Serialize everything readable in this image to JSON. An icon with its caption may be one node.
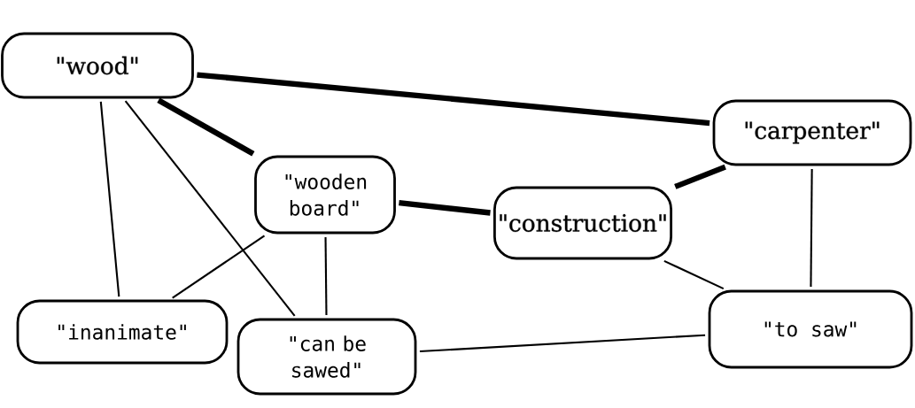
{
  "diagram": {
    "nodes": [
      {
        "text": [
          "\"wood\""
        ]
      },
      {
        "text": [
          "\"carpenter\""
        ]
      },
      {
        "text": [
          "\"wooden board\""
        ]
      },
      {
        "text": [
          "\"construction\""
        ]
      },
      {
        "text": [
          "\"inanimate\""
        ]
      },
      {
        "text": [
          "\"can be sawed\""
        ]
      },
      {
        "text": [
          "\"to saw\""
        ]
      }
    ],
    "edges": [
      {
        "from": 0,
        "to": 1,
        "arrow": "none",
        "style": "thick"
      },
      {
        "from": 0,
        "to": 2,
        "arrow": "none",
        "style": "thick"
      },
      {
        "from": 0,
        "to": 4,
        "arrow": "none"
      },
      {
        "from": 0,
        "to": 5,
        "arrow": "none"
      },
      {
        "from": 2,
        "to": 3,
        "arrow": "none",
        "style": "thick"
      },
      {
        "from": 3,
        "to": 1,
        "arrow": "none",
        "style": "thick"
      },
      {
        "from": 1,
        "to": 6,
        "arrow": "none"
      },
      {
        "from": 3,
        "to": 6,
        "arrow": "none"
      },
      {
        "from": 2,
        "to": 4,
        "arrow": "none"
      },
      {
        "from": 2,
        "to": 5,
        "arrow": "none"
      },
      {
        "from": 5,
        "to": 6,
        "arrow": "none"
      }
    ]
  }
}
